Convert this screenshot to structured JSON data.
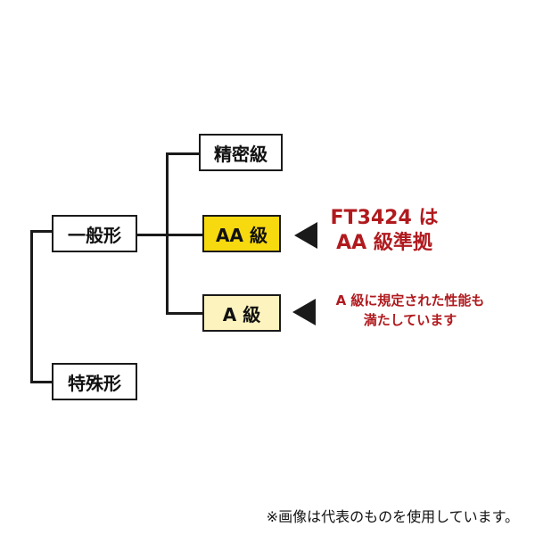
{
  "nodes": {
    "general": "一般形",
    "special": "特殊形",
    "precision": "精密級",
    "aa": "AA 級",
    "a": "A 級"
  },
  "notes": {
    "aa_line1": "FT3424 は",
    "aa_line2": "AA 級準拠",
    "a_line1": "A 級に規定された性能も",
    "a_line2": "満たしています"
  },
  "disclaimer": "※画像は代表のものを使用しています。",
  "colors": {
    "line": "#1a1a1a",
    "aa_fill": "#f7d90f",
    "a_fill": "#fdf3bf",
    "note_text": "#b01a1e"
  }
}
